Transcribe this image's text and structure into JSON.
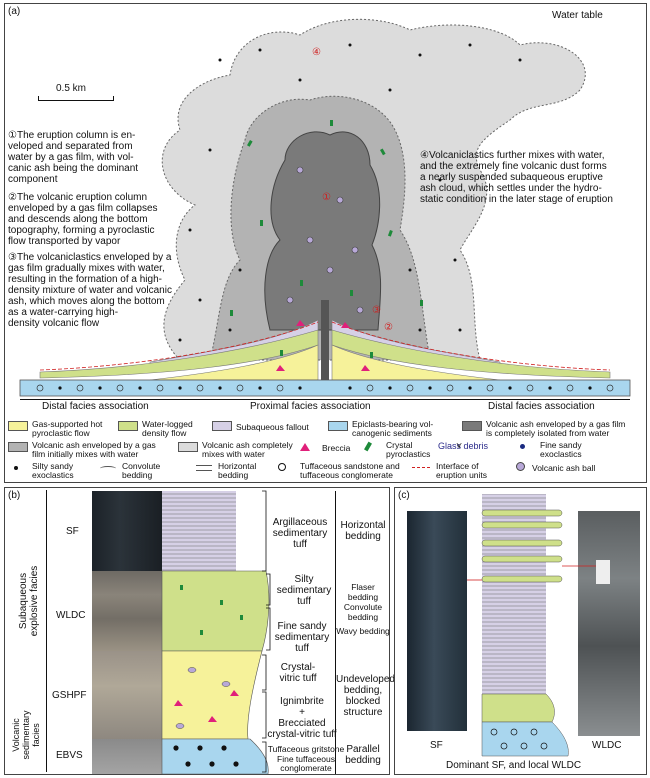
{
  "panel_a": {
    "label": "(a)",
    "water_table": "Water table",
    "scale": "0.5 km",
    "circle_labels": [
      "①",
      "②",
      "③",
      "④"
    ],
    "note1": "①The eruption column is en-\nveloped and separated from\nwater by a gas film, with vol-\ncanic ash being the dominant\ncomponent",
    "note2": "②The volcanic eruption column\nenveloped by a gas film collapses\nand descends along the bottom\ntopography, forming a pyroclastic\nflow transported by vapor",
    "note3": "③The volcaniclastics enveloped by a\ngas film gradually mixes with water,\nresulting in the formation of a high-\ndensity mixture of water and volcanic\nash, which moves along the bottom\nas a water-carrying high-\ndensity volcanic flow",
    "note4": "④Volcaniclastics further mixes with water,\nand the extremely fine volcanic dust forms\na nearly suspended subaqueous eruptive\nash cloud, which settles under the hydro-\nstatic condition in the later stage of eruption",
    "facies": [
      "Distal facies association",
      "Proximal facies association",
      "Distal facies association"
    ]
  },
  "legend": [
    {
      "label": "Gas-supported hot\npyroclastic flow",
      "color": "#f6f29a"
    },
    {
      "label": "Water-logged\ndensity flow",
      "color": "#cfe08a"
    },
    {
      "label": "Subaqueous fallout",
      "color": "#d6d0e6"
    },
    {
      "label": "Epiclasts-bearing vol-\ncanogenic sediments",
      "color": "#a9d6ee"
    },
    {
      "label": "Volcanic ash enveloped by a gas film\nis completely isolated from water",
      "color": "#7a7a7a"
    },
    {
      "label": "Volcanic ash enveloped by a gas\nfilm initially mixes with water",
      "color": "#b3b3b3"
    },
    {
      "label": "Volcanic ash completely\nmixes with water",
      "color": "#dcdcdc"
    },
    {
      "label": "Breccia",
      "color": "#e0207a"
    },
    {
      "label": "Crystal\npyroclastics",
      "color": "#1e8a3a"
    },
    {
      "label": "Glass debris",
      "color": "#2a2a8a"
    },
    {
      "label": "Fine sandy\nexoclastics",
      "color": "#1a2a80"
    },
    {
      "label": "Silty sandy\nexoclastics",
      "color": "#111111"
    },
    {
      "label": "Convolute\nbedding",
      "color": "#555555"
    },
    {
      "label": "Horizontal\nbedding",
      "color": "#555555"
    },
    {
      "label": "Tuffaceous sandstone and\ntuffaceous conglomerate",
      "color": "#111111"
    },
    {
      "label": "Interface of\neruption units",
      "color": "#d02020"
    },
    {
      "label": "Volcanic ash ball",
      "color": "#b8a8d8"
    }
  ],
  "panel_b": {
    "label": "(b)",
    "facies_groups": [
      "Subaqueous\nexplosive facies",
      "Volcanic\nsedimentary\nfacies"
    ],
    "units": [
      "SF",
      "WLDC",
      "GSHPF",
      "EBVS"
    ],
    "lithology": [
      "Argillaceous\nsedimentary\ntuff",
      "Silty\nsedimentary\ntuff",
      "Fine sandy\nsedimentary tuff",
      "Crystal-\nvitric tuff",
      "Ignimbrite\n+\nBrecciated\ncrystal-vitric tuff",
      "Tuffaceous gritstone\nFine tuffaceous\nconglomerate"
    ],
    "structures": [
      "Horizontal\nbedding",
      "Flaser bedding",
      "Convolute\nbedding",
      "Wavy bedding",
      "Undeveloped\nbedding,\nblocked\nstructure",
      "Parallel\nbedding"
    ]
  },
  "panel_c": {
    "label": "(c)",
    "left_label": "SF",
    "right_label": "WLDC",
    "caption": "Dominant SF, and local WLDC"
  }
}
